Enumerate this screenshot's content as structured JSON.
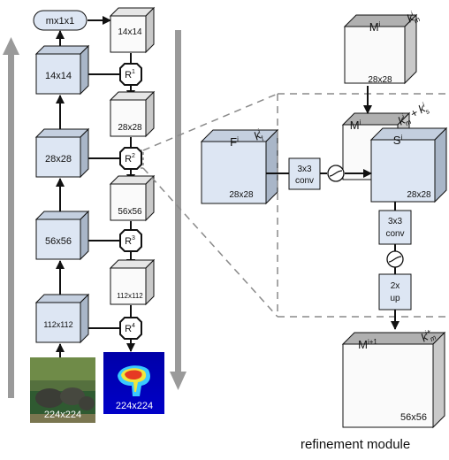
{
  "left": {
    "top_output": "mx1x1",
    "encoder": [
      "14x14",
      "28x28",
      "56x56",
      "112x112"
    ],
    "decoder": [
      "14x14",
      "28x28",
      "56x56",
      "112x112"
    ],
    "refine_labels": [
      "R",
      "R",
      "R",
      "R"
    ],
    "refine_sup": [
      "1",
      "2",
      "3",
      "4"
    ],
    "input_image": "224x224",
    "output_mask": "224x224"
  },
  "right": {
    "M_top": {
      "label": "M",
      "sup": "i",
      "size": "28x28",
      "k": "k",
      "k_sub": "m",
      "k_sup": "i"
    },
    "F": {
      "label": "F",
      "sup": "i",
      "size": "28x28",
      "k": "k",
      "k_sub": "f",
      "k_sup": "i"
    },
    "conv1": [
      "3x3",
      "conv"
    ],
    "MS": {
      "m_label": "M",
      "m_sup": "i",
      "s_label": "S",
      "s_sup": "i",
      "size": "28x28",
      "k1": "k",
      "k1_sub": "m",
      "k1_sup": "i",
      "plus": "+",
      "k2": "k",
      "k2_sub": "s",
      "k2_sup": "i"
    },
    "conv2": [
      "3x3",
      "conv"
    ],
    "up": [
      "2x",
      "up"
    ],
    "M_out": {
      "label": "M",
      "sup": "i+1",
      "size": "56x56",
      "k": "k",
      "k_sub": "m",
      "k_sup": "i+"
    }
  },
  "caption": "refinement module",
  "colors": {
    "blue_face": "#dde6f3",
    "blue_side": "#a9b6c8",
    "white_face": "#fafafa",
    "white_side": "#c9c9c9",
    "gray_top": "#b0b0b0",
    "arrow_gray": "#9a9a9a",
    "line": "#111111"
  }
}
